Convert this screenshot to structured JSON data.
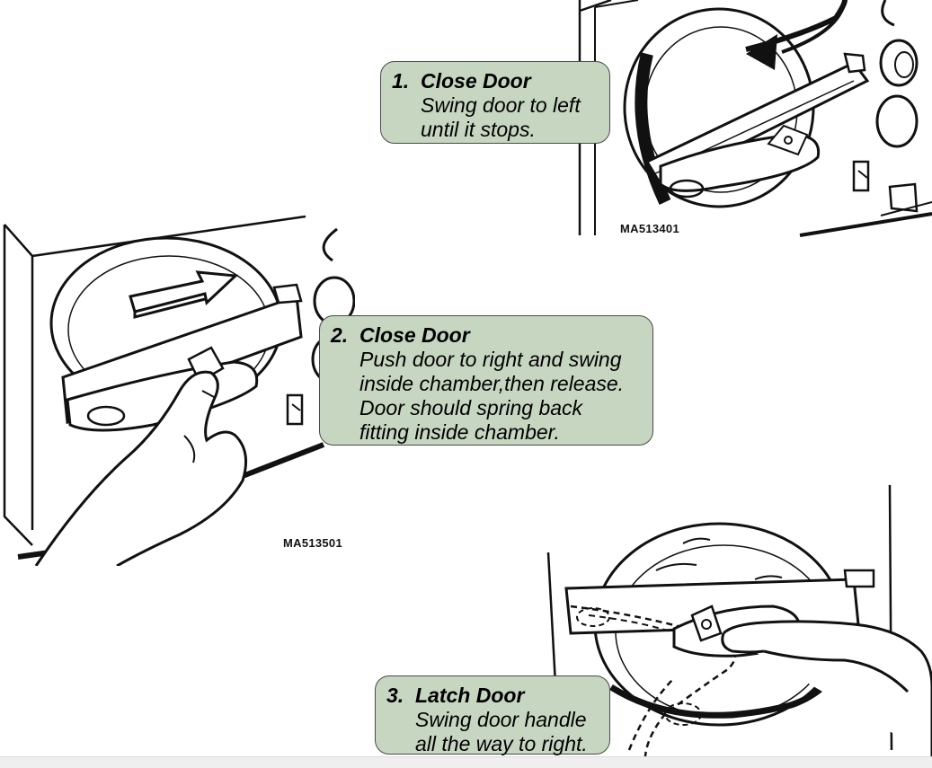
{
  "steps": [
    {
      "number": "1.",
      "heading": "Close Door",
      "text": "Swing door to left\nuntil it stops.",
      "figure_code": "MA513401"
    },
    {
      "number": "2.",
      "heading": "Close Door",
      "text": "Push door to right and swing\ninside chamber,then release.\nDoor should spring back\nfitting inside chamber.",
      "figure_code": "MA513501"
    },
    {
      "number": "3.",
      "heading": "Latch Door",
      "text": "Swing door handle\nall the way to right.",
      "figure_code": ""
    }
  ],
  "colors": {
    "callout_fill": "#c6d6c0",
    "callout_border": "#4a4a4a",
    "line": "#111111"
  }
}
